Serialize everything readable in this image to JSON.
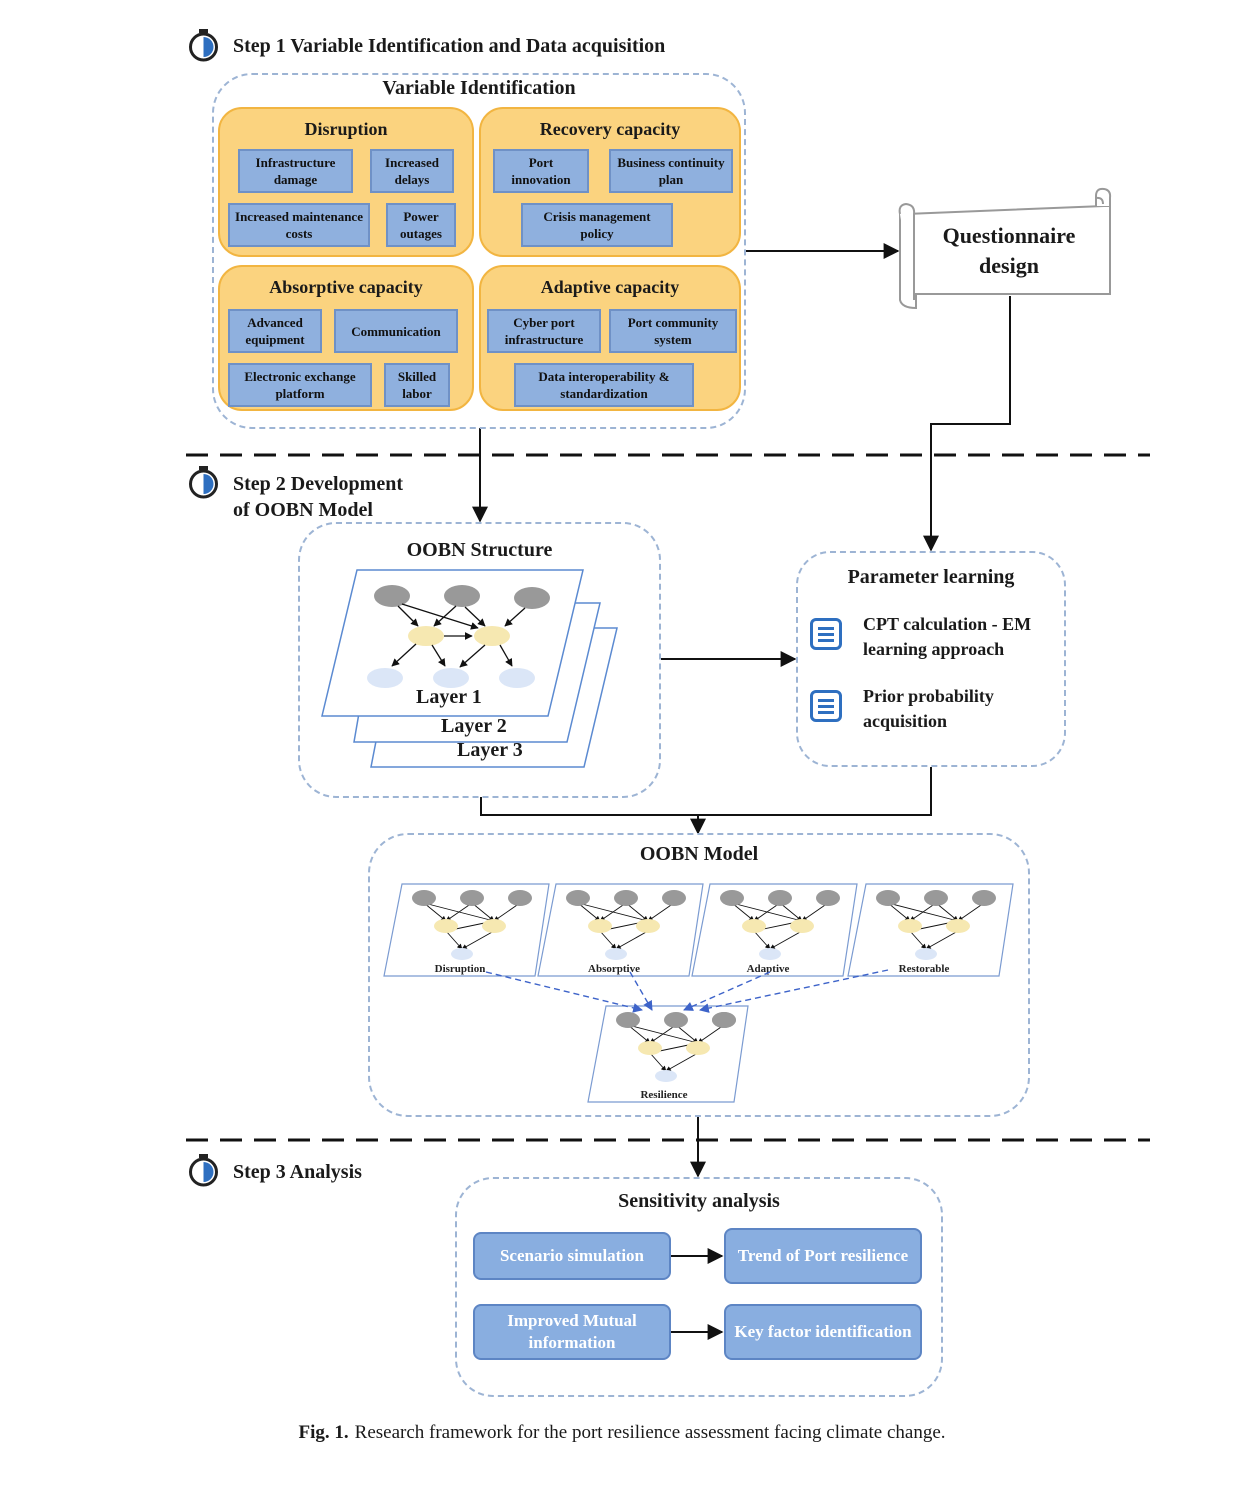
{
  "steps": {
    "step1": "Step 1 Variable Identification and Data acquisition",
    "step2_line1": "Step 2 Development",
    "step2_line2": "of OOBN Model",
    "step3": "Step 3 Analysis"
  },
  "variable_identification": {
    "title": "Variable  Identification",
    "disruption": {
      "title": "Disruption",
      "items": [
        "Infrastructure damage",
        "Increased delays",
        "Increased maintenance costs",
        "Power outages"
      ]
    },
    "recovery": {
      "title": "Recovery capacity",
      "items": [
        "Port innovation",
        "Business continuity plan",
        "Crisis management policy"
      ]
    },
    "absorptive": {
      "title": "Absorptive capacity",
      "items": [
        "Advanced equipment",
        "Communication",
        "Electronic exchange platform",
        "Skilled labor"
      ]
    },
    "adaptive": {
      "title": "Adaptive capacity",
      "items": [
        "Cyber port infrastructure",
        "Port community system",
        "Data interoperability & standardization"
      ]
    }
  },
  "questionnaire": {
    "line1": "Questionnaire",
    "line2": "design"
  },
  "oobn_structure": {
    "title": "OOBN Structure",
    "layers": [
      "Layer 1",
      "Layer 2",
      "Layer 3"
    ]
  },
  "parameter_learning": {
    "title": "Parameter learning",
    "items": [
      {
        "line1": "CPT calculation - EM",
        "line2": "learning approach",
        "icon": "list-icon"
      },
      {
        "line1": "Prior probability",
        "line2": "acquisition",
        "icon": "list-icon"
      }
    ]
  },
  "oobn_model": {
    "title": "OOBN Model",
    "subnets": [
      "Disruption",
      "Absorptive",
      "Adaptive",
      "Restorable"
    ],
    "output": "Resilience"
  },
  "sensitivity": {
    "title": "Sensitivity analysis",
    "scenario": "Scenario simulation",
    "trend": "Trend of Port resilience",
    "mutual": "Improved Mutual information",
    "key_factor": "Key factor identification"
  },
  "caption": {
    "label": "Fig. 1.",
    "text": "Research framework for the port resilience assessment facing climate change."
  },
  "colors": {
    "panel_fill": "#fbd37f",
    "variable_box": "#8fb0de",
    "analysis_box": "#89aee0",
    "dashed_border": "#9db4d4",
    "accent_blue": "#2e6fc0"
  }
}
